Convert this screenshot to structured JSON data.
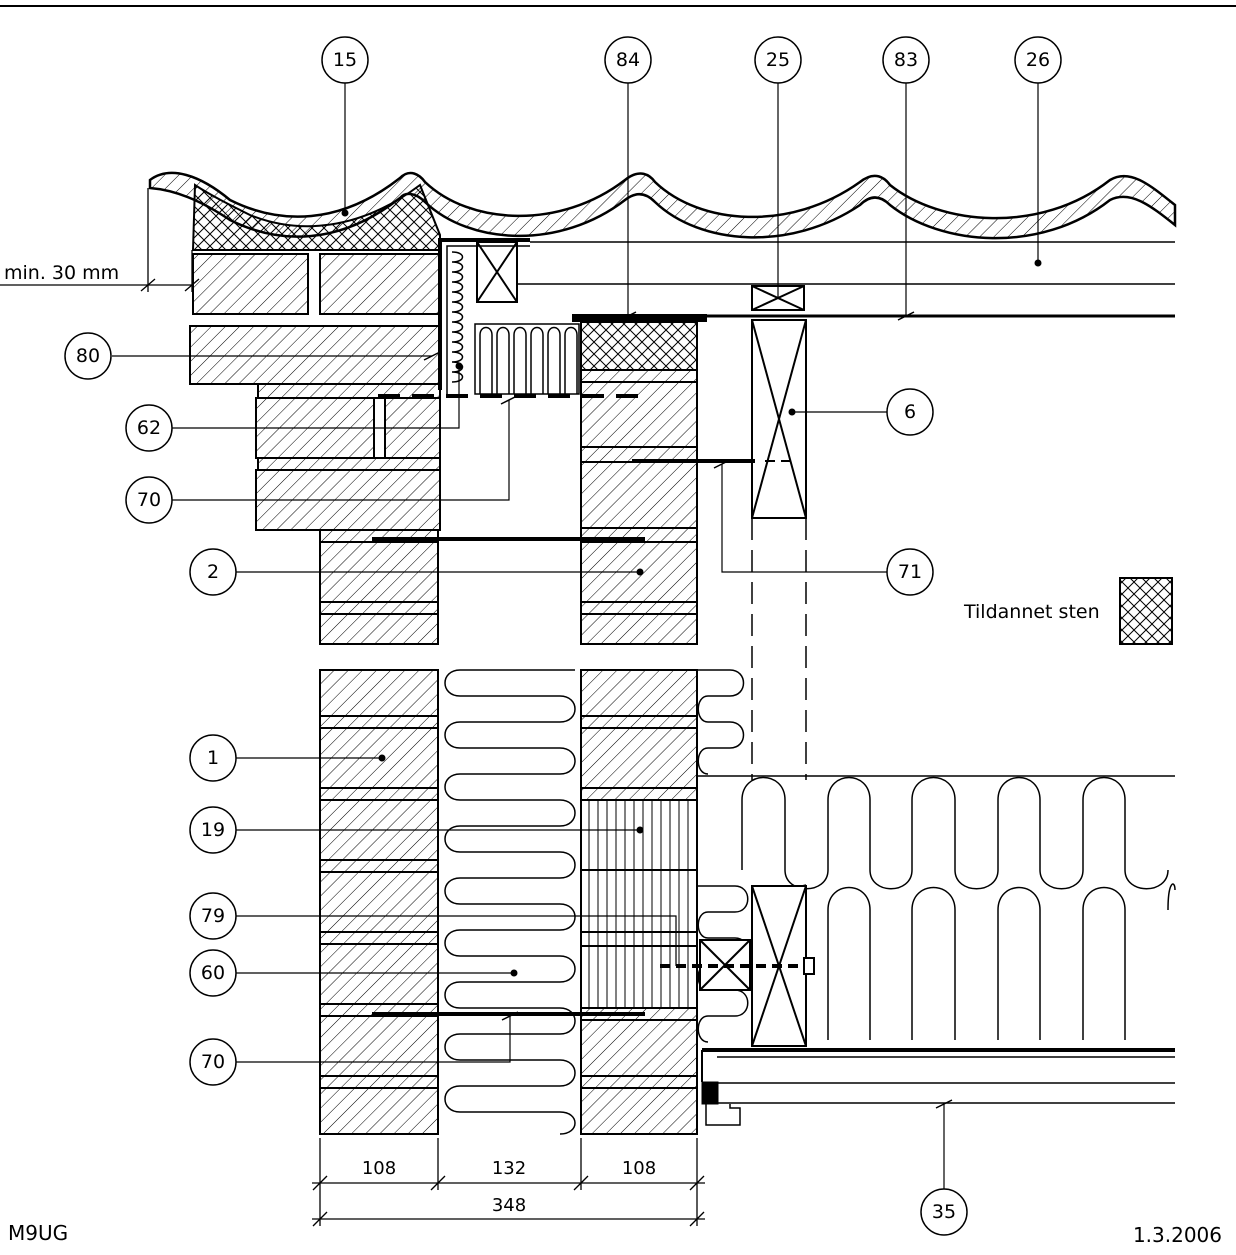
{
  "callouts": {
    "c15": "15",
    "c84": "84",
    "c25": "25",
    "c83": "83",
    "c26": "26",
    "c80": "80",
    "c62": "62",
    "c70a": "70",
    "c2": "2",
    "c6": "6",
    "c71": "71",
    "c1": "1",
    "c19": "19",
    "c79": "79",
    "c60": "60",
    "c70b": "70",
    "c35": "35"
  },
  "annotations": {
    "min_overhang": "min. 30 mm",
    "legend_label": "Tildannet sten"
  },
  "dimensions": {
    "d1": "108",
    "d2": "132",
    "d3": "108",
    "total": "348"
  },
  "footer": {
    "code": "M9UG",
    "date": "1.3.2006"
  }
}
